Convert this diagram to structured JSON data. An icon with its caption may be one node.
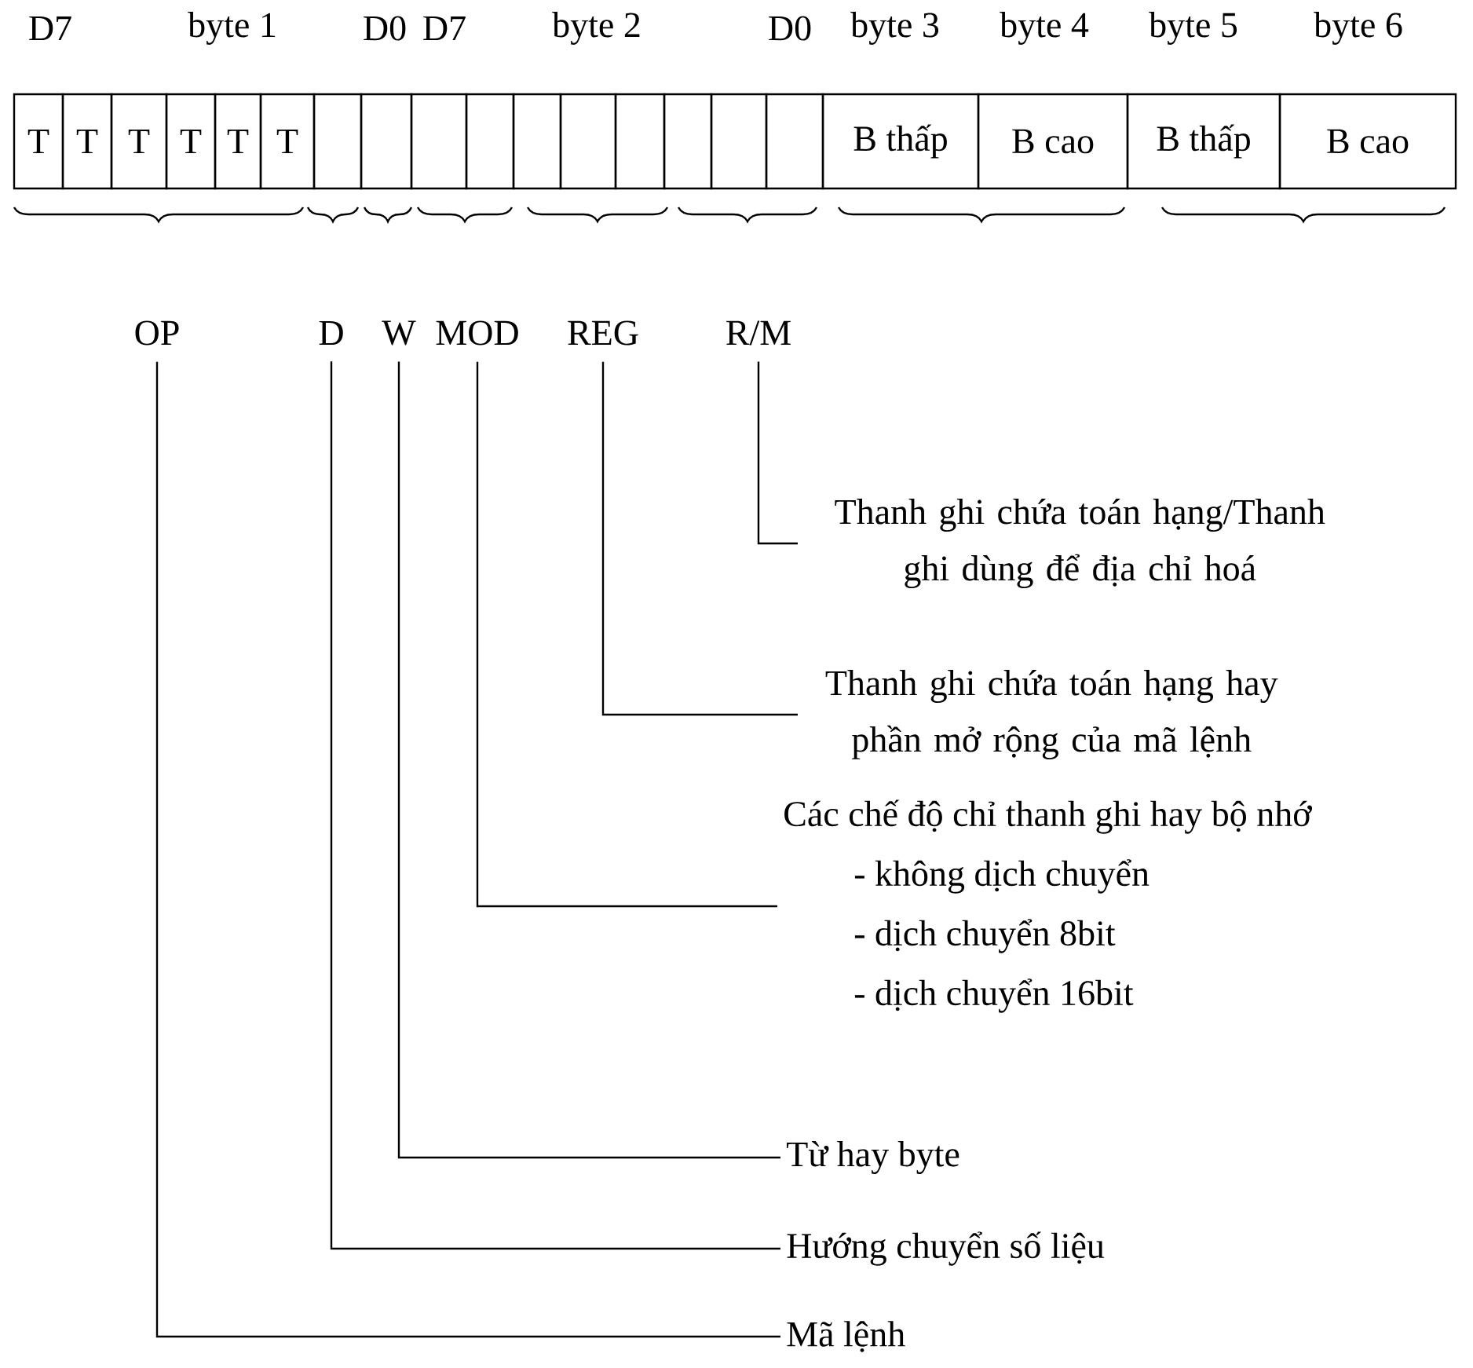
{
  "diagram": {
    "nodes": [
      {
        "text": [
          "T"
        ]
      },
      {
        "text": [
          "T"
        ]
      },
      {
        "text": [
          "T"
        ]
      },
      {
        "text": [
          "T"
        ]
      },
      {
        "text": [
          "T"
        ]
      },
      {
        "text": [
          "T"
        ]
      },
      {
        "text": [],
        "shape": "box"
      },
      {
        "text": [],
        "shape": "box"
      },
      {
        "text": [],
        "shape": "box"
      },
      {
        "text": [],
        "shape": "box"
      },
      {
        "text": [],
        "shape": "box"
      },
      {
        "text": [],
        "shape": "box"
      },
      {
        "text": [],
        "shape": "box"
      },
      {
        "text": [],
        "shape": "box"
      },
      {
        "text": [],
        "shape": "box"
      },
      {
        "text": [],
        "shape": "box"
      },
      {
        "text": [
          "B thấp"
        ]
      },
      {
        "text": [
          "B cao"
        ]
      },
      {
        "text": [
          "B thấp"
        ]
      },
      {
        "text": [
          "B cao"
        ]
      },
      {
        "text": [
          "OP"
        ]
      },
      {
        "text": [
          "D"
        ]
      },
      {
        "text": [
          "W"
        ]
      },
      {
        "text": [
          "MOD"
        ]
      },
      {
        "text": [
          "REG"
        ]
      },
      {
        "text": [
          "R/M"
        ]
      },
      {
        "text": [
          "Thanh ghi chứa toán hạng/Thanh ghi dùng để địa chỉ hoá"
        ]
      },
      {
        "text": [
          "Thanh ghi chứa toán hạng hay phần mở rộng của mã lệnh"
        ]
      },
      {
        "text": [
          "Các chế độ chỉ thanh ghi hay bộ nhớ",
          "- không dịch chuyển",
          "- dịch chuyển 8bit",
          "- dịch chuyển 16bit"
        ]
      },
      {
        "text": [
          "Từ hay byte"
        ]
      },
      {
        "text": [
          "Hướng chuyển số liệu"
        ]
      },
      {
        "text": [
          "Mã lệnh"
        ]
      }
    ],
    "edges": [
      {
        "from": 20,
        "to": 31,
        "arrow": "none"
      },
      {
        "from": 21,
        "to": 30,
        "arrow": "none"
      },
      {
        "from": 22,
        "to": 29,
        "arrow": "none"
      },
      {
        "from": 23,
        "to": 28,
        "arrow": "none"
      },
      {
        "from": 24,
        "to": 27,
        "arrow": "none"
      },
      {
        "from": 25,
        "to": 26,
        "arrow": "none"
      }
    ],
    "labels": [
      "D7",
      "byte 1",
      "D0",
      "D7",
      "byte 2",
      "D0",
      "byte 3",
      "byte 4",
      "byte 5",
      "byte 6"
    ]
  }
}
